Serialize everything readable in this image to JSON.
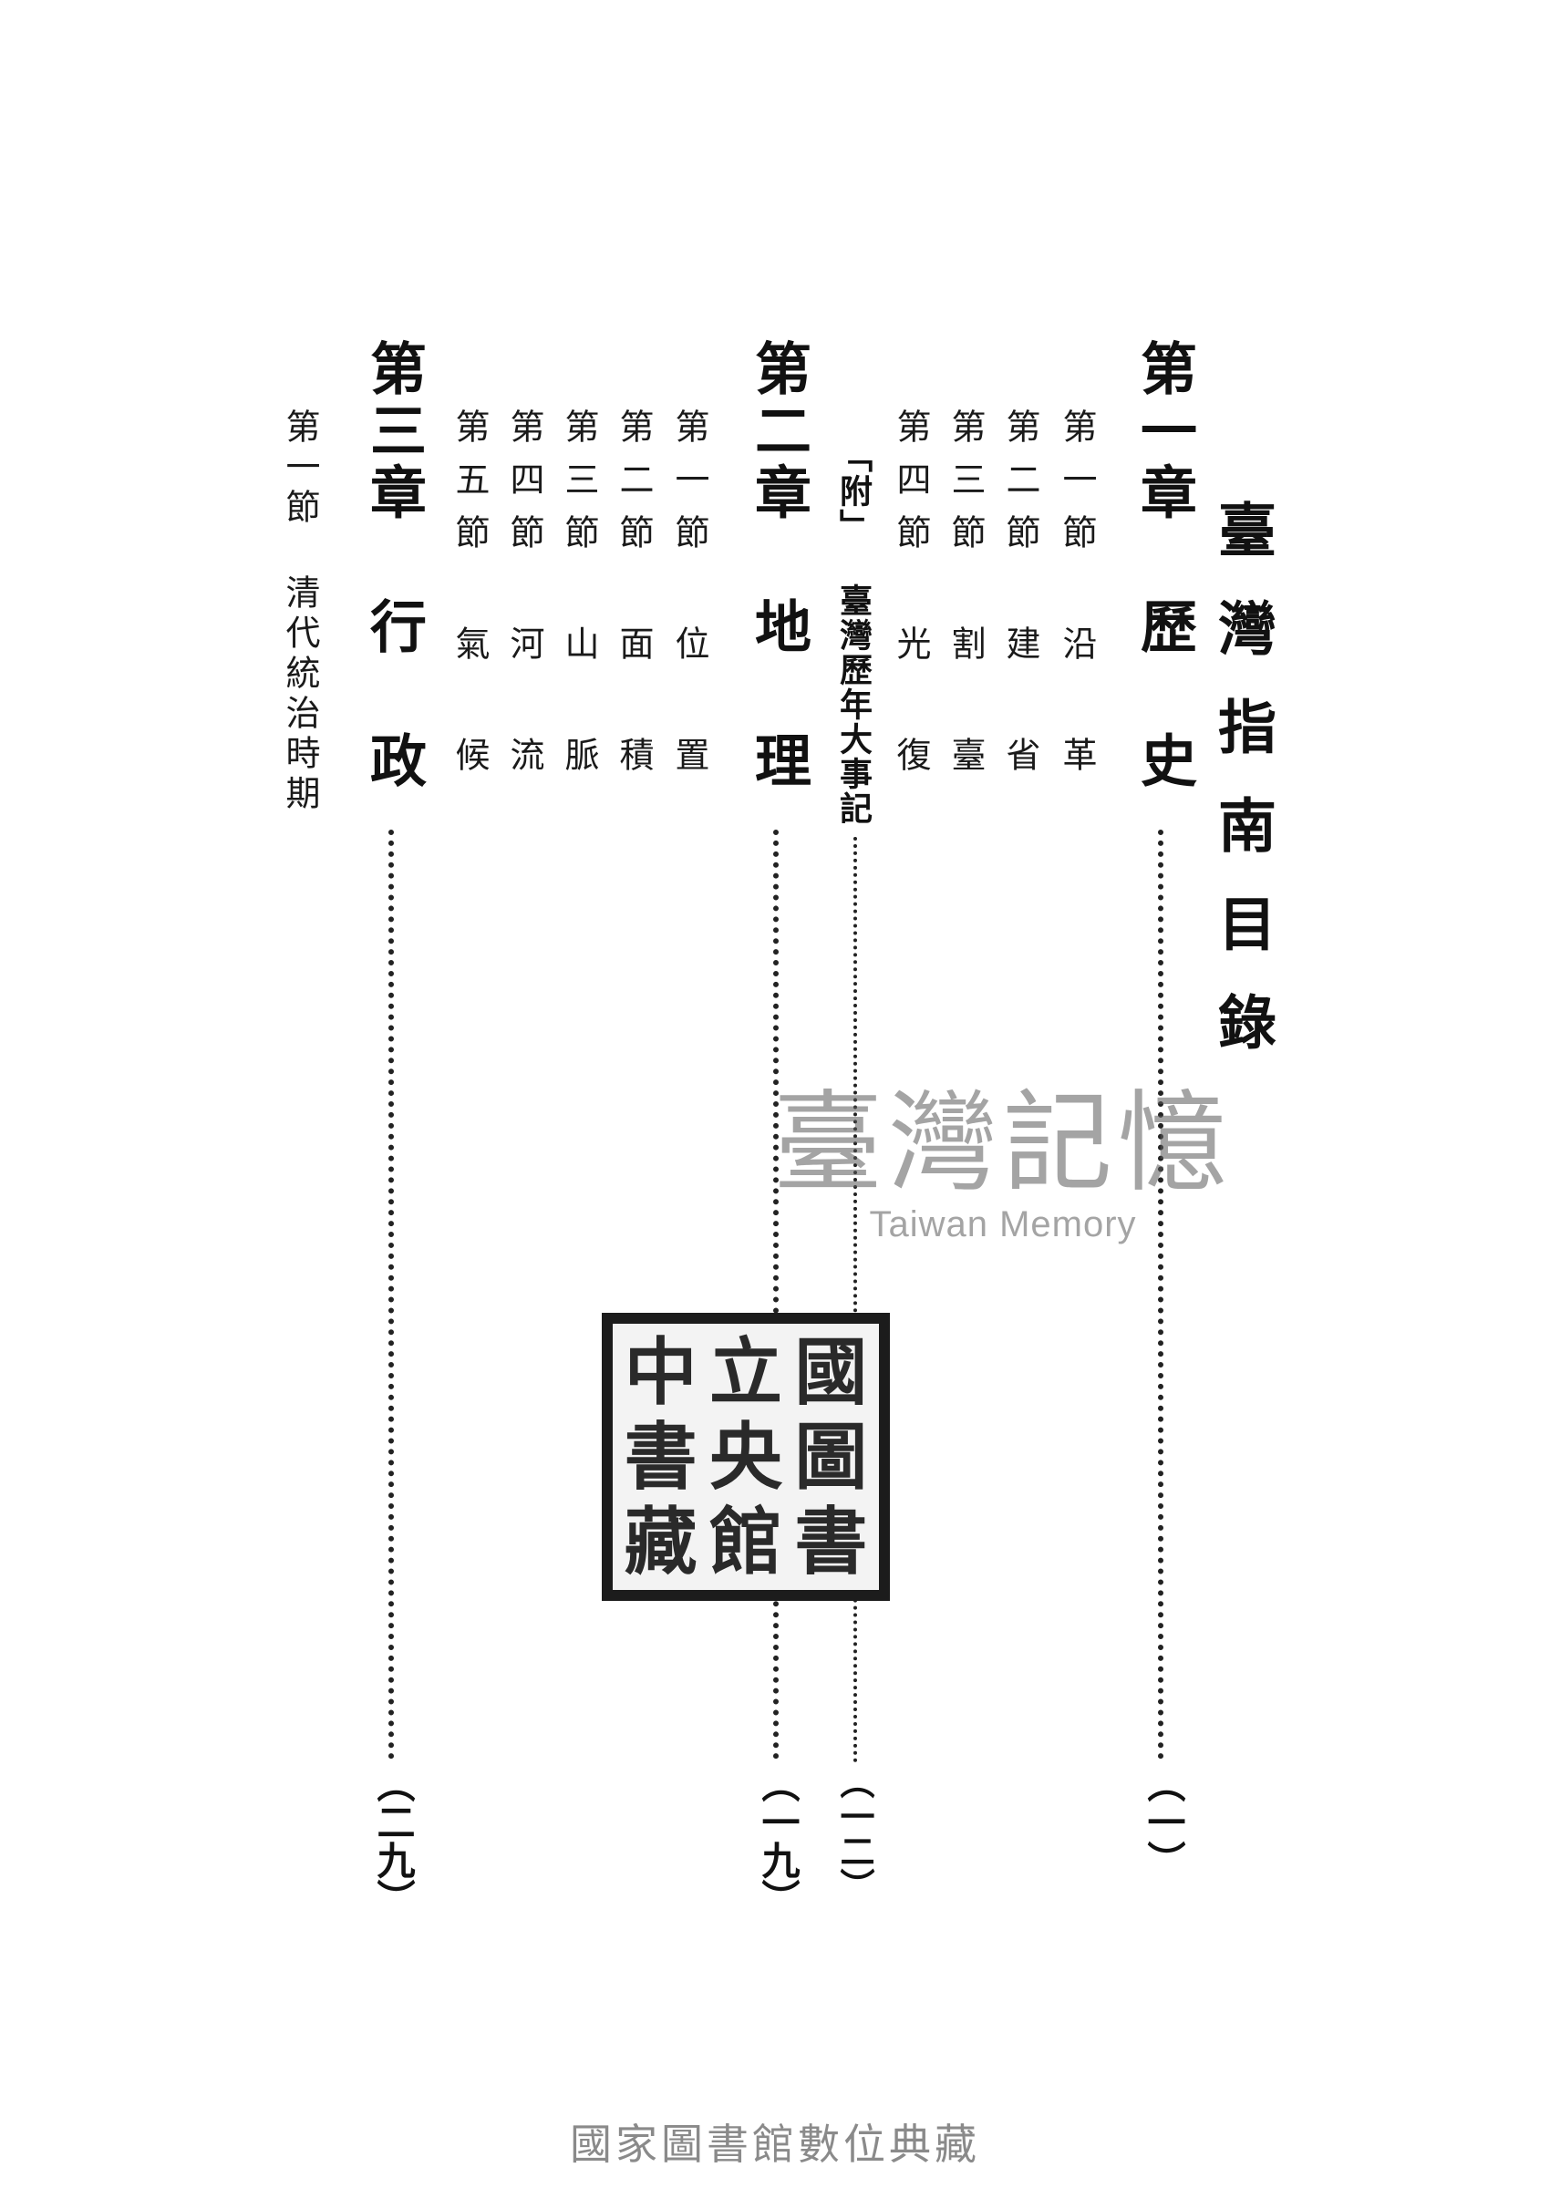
{
  "title": "臺灣指南目錄",
  "chapters": [
    {
      "heading": "第一章 歷 史",
      "page": "（一）",
      "sections": [
        "第一節 沿 革",
        "第二節 建 省",
        "第三節 割 臺",
        "第四節 光 復"
      ],
      "annex": {
        "text": "「附」 臺灣歷年大事記",
        "page": "（一二）"
      }
    },
    {
      "heading": "第二章 地 理",
      "page": "（一九）",
      "sections": [
        "第一節 位 置",
        "第二節 面 積",
        "第三節 山 脈",
        "第四節 河 流",
        "第五節 氣 候"
      ]
    },
    {
      "heading": "第三章 行 政",
      "page": "（二九）",
      "sections": [
        "第一節 清代統治時期"
      ]
    }
  ],
  "watermark": {
    "chinese": "臺灣記憶",
    "english": "Taiwan Memory"
  },
  "seal": {
    "characters": [
      "國",
      "立",
      "中",
      "圖",
      "央",
      "書",
      "書",
      "館",
      "藏"
    ]
  },
  "footer": "國家圖書館數位典藏"
}
